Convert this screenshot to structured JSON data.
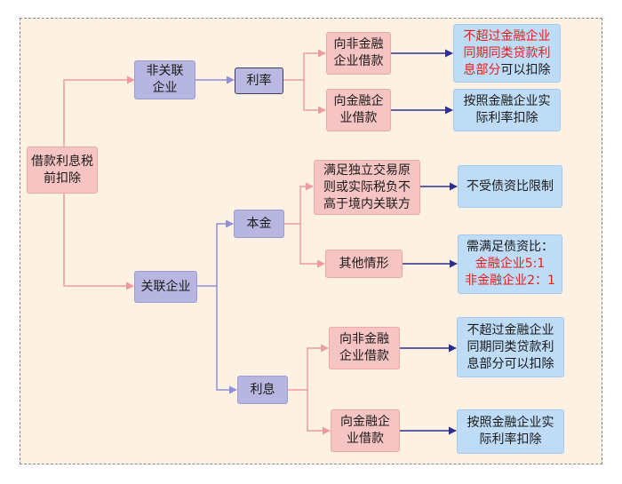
{
  "nodes": {
    "root": "借款利息税前扣除",
    "unrelated": "非关联企业",
    "related": "关联企业",
    "interest_rate": "利率",
    "unrelated_nonfin": "向非金融企业借款",
    "unrelated_fin": "向金融企业借款",
    "unrelated_nonfin_result_red": "不超过金融企业同期同类贷款利息部分",
    "unrelated_nonfin_result_rest": "可以扣除",
    "unrelated_fin_result": "按照金融企业实际利率扣除",
    "principal": "本金",
    "independent": "满足独立交易原则或实际税负不高于境内关联方",
    "independent_result": "不受债资比限制",
    "other": "其他情形",
    "other_result_line1": "需满足债资比：",
    "other_result_line2": "金融企业5:1",
    "other_result_line3": "非金融企业2：1",
    "interest": "利息",
    "related_nonfin": "向非金融企业借款",
    "related_fin": "向金融企业借款",
    "related_nonfin_result": "不超过金融企业同期同类贷款利息部分可以扣除",
    "related_fin_result": "按照金融企业实际利率扣除"
  },
  "colors": {
    "pink": "#f7c4c4",
    "purple": "#b7b6e0",
    "blue": "#bfdcf7",
    "highlight_red": "#e0211b",
    "line_pink": "#ef9aa0",
    "line_purple": "#8f8fd3",
    "arrow_navy": "#2b2f8f"
  }
}
